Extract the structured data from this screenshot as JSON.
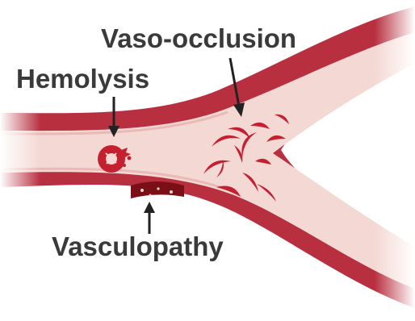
{
  "labels": {
    "vaso_occlusion": "Vaso-occlusion",
    "hemolysis": "Hemolysis",
    "vasculopathy": "Vasculopathy"
  },
  "colors": {
    "vessel_wall": "#b83040",
    "vessel_lumen": "#f4d8d4",
    "red_cell": "#c42030",
    "plaque": "#7a0f18",
    "arrow": "#222222",
    "text": "#3a3a3a"
  }
}
